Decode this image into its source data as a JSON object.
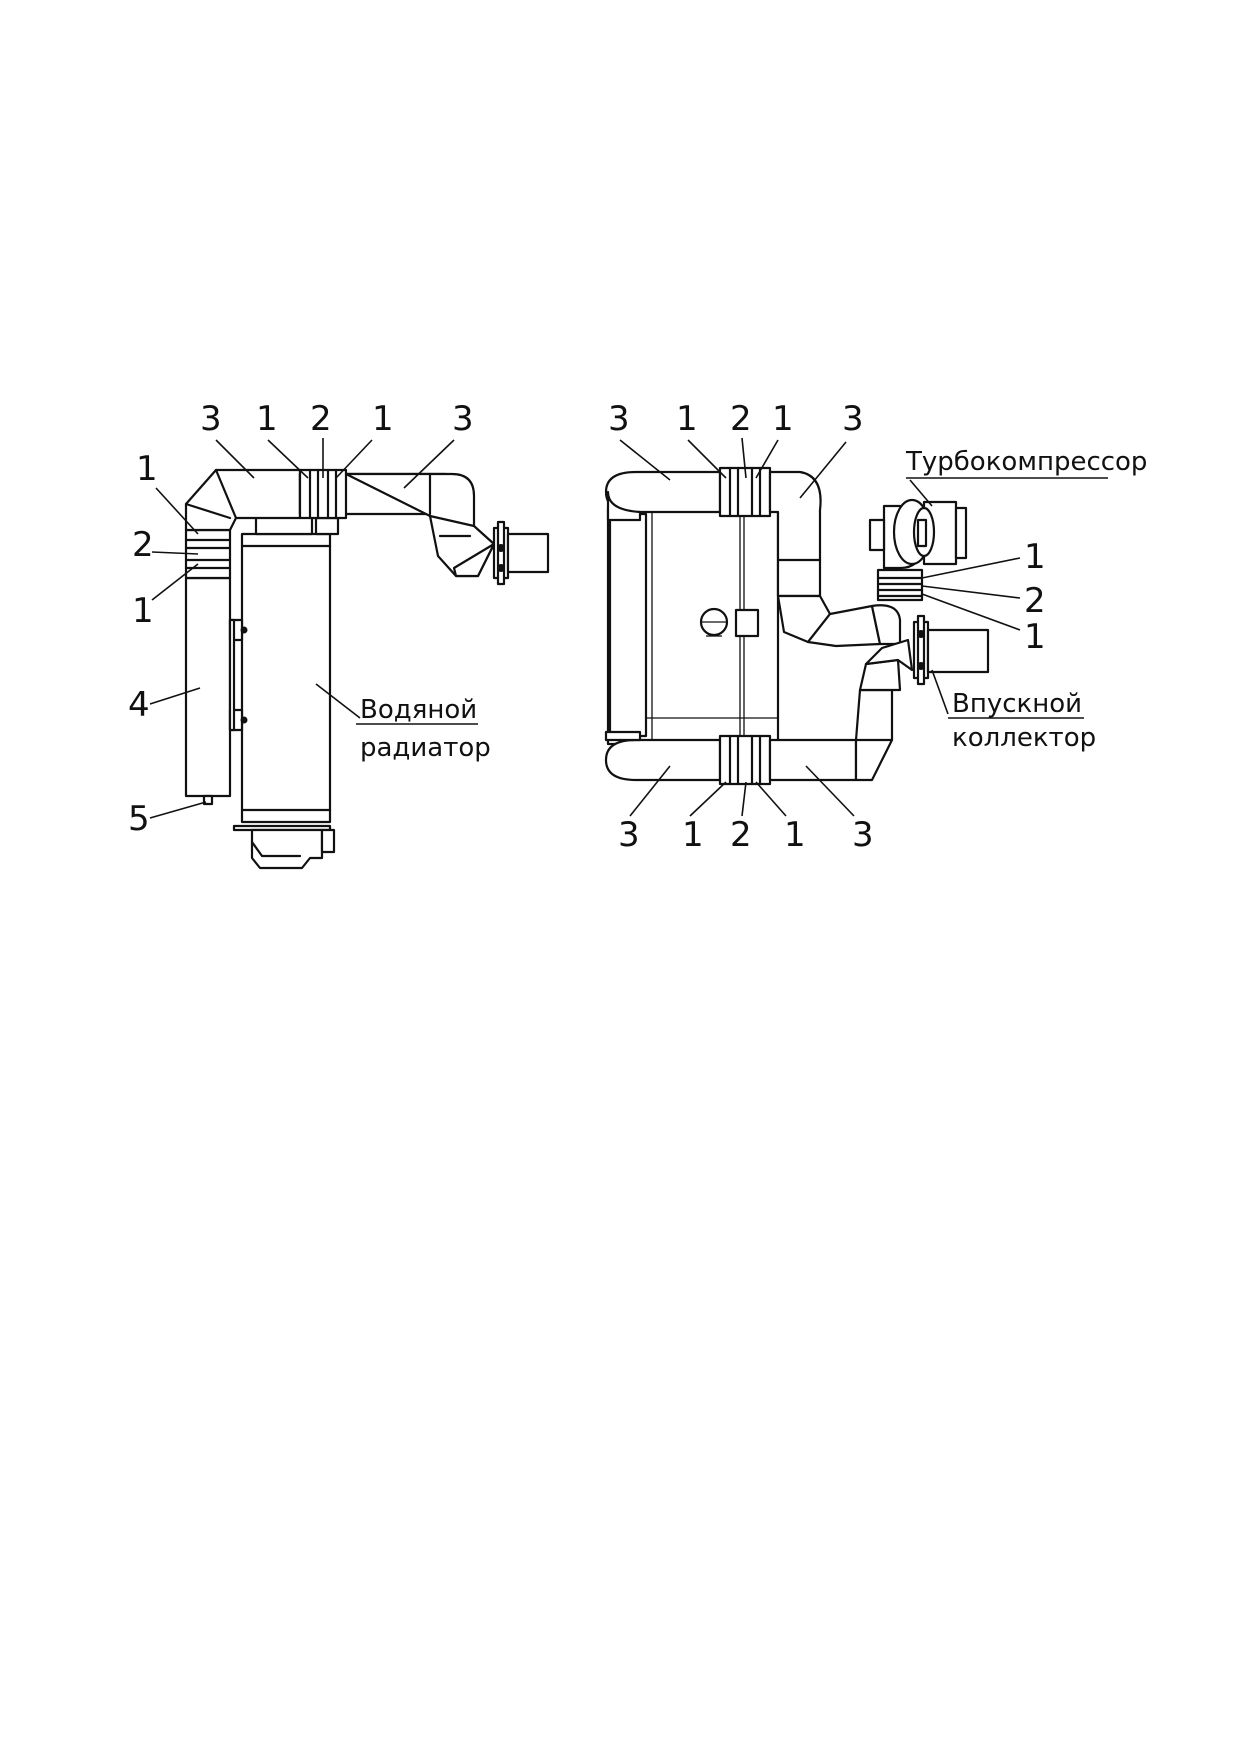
{
  "diagram": {
    "left_view": {
      "callouts": {
        "top_3_left": "3",
        "top_1_left": "1",
        "top_2": "2",
        "top_1_right": "1",
        "top_3_right": "3",
        "side_1_upper": "1",
        "side_2": "2",
        "side_1_lower": "1",
        "side_4": "4",
        "side_5": "5"
      },
      "radiator_label_line1": "Водяной",
      "radiator_label_line2": "радиатор"
    },
    "right_view": {
      "callouts": {
        "top_3_left": "3",
        "top_1_left": "1",
        "top_2": "2",
        "top_1_right": "1",
        "top_3_right": "3",
        "turbo_1_upper": "1",
        "turbo_2": "2",
        "turbo_1_lower": "1",
        "bottom_3_left": "3",
        "bottom_1_left": "1",
        "bottom_2": "2",
        "bottom_1_right": "1",
        "bottom_3_right": "3"
      },
      "turbo_label": "Турбокомпрессор",
      "intake_label_line1": "Впускной",
      "intake_label_line2": "коллектор"
    }
  }
}
